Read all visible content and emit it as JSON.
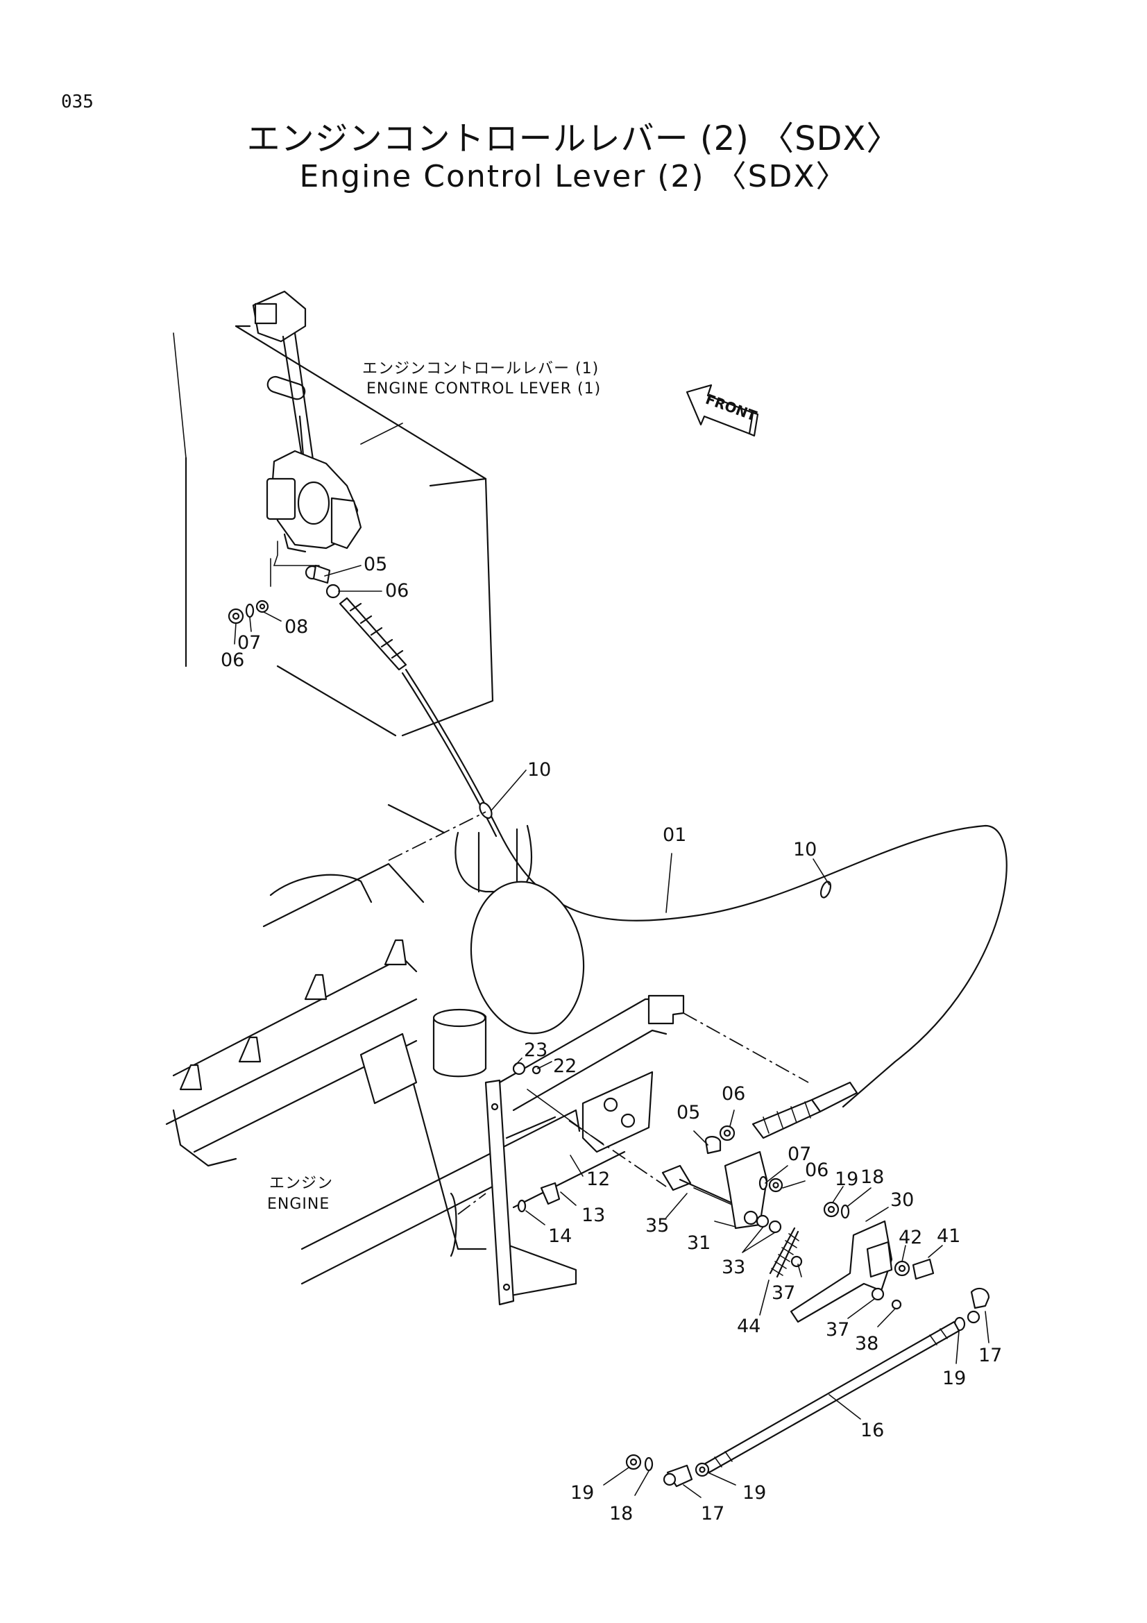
{
  "page_number": "035",
  "title_jp": "エンジンコントロールレバー (2) 〈SDX〉",
  "title_en": "Engine Control Lever (2) 〈SDX〉",
  "labels": {
    "lever1_jp": "エンジンコントロールレバー (1)",
    "lever1_en": "ENGINE  CONTROL  LEVER (1)",
    "front": "FRONT",
    "engine_jp": "エンジン",
    "engine_en": "ENGINE"
  },
  "callouts": [
    {
      "id": "c05a",
      "text": "05"
    },
    {
      "id": "c06a",
      "text": "06"
    },
    {
      "id": "c06b",
      "text": "06"
    },
    {
      "id": "c07a",
      "text": "07"
    },
    {
      "id": "c08",
      "text": "08"
    },
    {
      "id": "c10a",
      "text": "10"
    },
    {
      "id": "c01",
      "text": "01"
    },
    {
      "id": "c10b",
      "text": "10"
    },
    {
      "id": "c23",
      "text": "23"
    },
    {
      "id": "c22",
      "text": "22"
    },
    {
      "id": "c06c",
      "text": "06"
    },
    {
      "id": "c05b",
      "text": "05"
    },
    {
      "id": "c07b",
      "text": "07"
    },
    {
      "id": "c06d",
      "text": "06"
    },
    {
      "id": "c12",
      "text": "12"
    },
    {
      "id": "c13",
      "text": "13"
    },
    {
      "id": "c14",
      "text": "14"
    },
    {
      "id": "c35",
      "text": "35"
    },
    {
      "id": "c31",
      "text": "31"
    },
    {
      "id": "c33",
      "text": "33"
    },
    {
      "id": "c19a",
      "text": "19"
    },
    {
      "id": "c18a",
      "text": "18"
    },
    {
      "id": "c30",
      "text": "30"
    },
    {
      "id": "c42",
      "text": "42"
    },
    {
      "id": "c41",
      "text": "41"
    },
    {
      "id": "c37a",
      "text": "37"
    },
    {
      "id": "c44",
      "text": "44"
    },
    {
      "id": "c37b",
      "text": "37"
    },
    {
      "id": "c38",
      "text": "38"
    },
    {
      "id": "c17a",
      "text": "17"
    },
    {
      "id": "c19b",
      "text": "19"
    },
    {
      "id": "c16",
      "text": "16"
    },
    {
      "id": "c19c",
      "text": "19"
    },
    {
      "id": "c18b",
      "text": "18"
    },
    {
      "id": "c17b",
      "text": "17"
    },
    {
      "id": "c19d",
      "text": "19"
    }
  ]
}
